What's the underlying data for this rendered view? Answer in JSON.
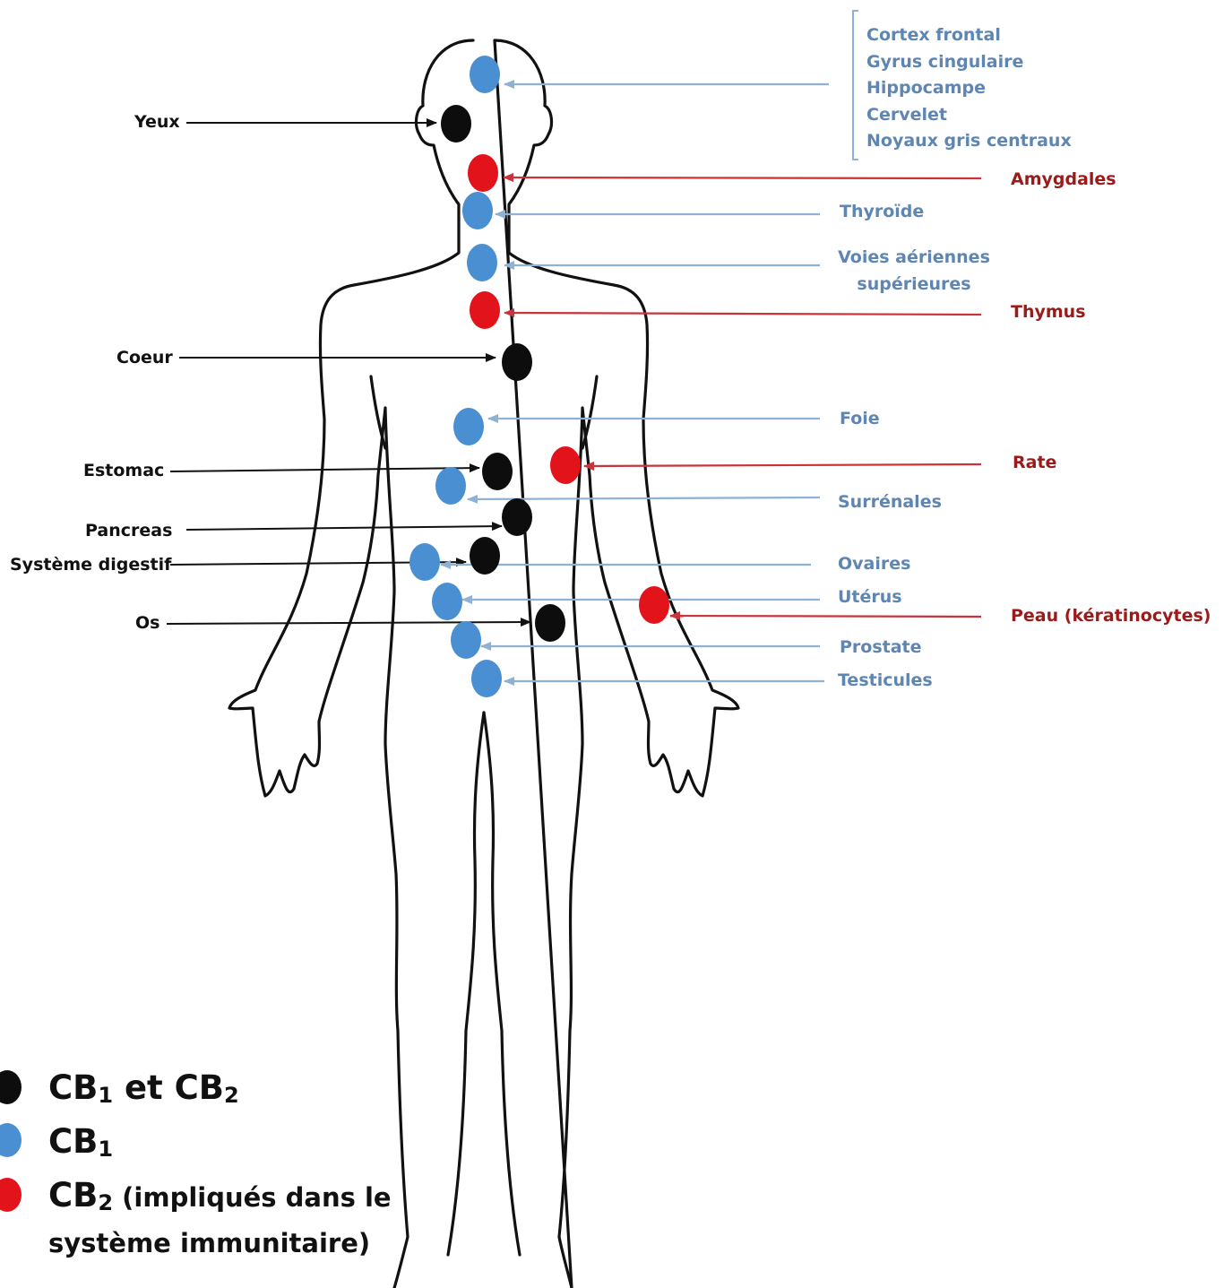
{
  "colors": {
    "both": "#0d0d0d",
    "cb1": "#4a8fd1",
    "cb2": "#e3131b",
    "blue_text": "#5f86b3",
    "red_text": "#9b1b1b",
    "blue_line": "#8fb1d3",
    "red_line": "#c9333a",
    "black_line": "#111111"
  },
  "left_labels": {
    "yeux": "Yeux",
    "coeur": "Coeur",
    "estomac": "Estomac",
    "pancreas": "Pancreas",
    "systeme_digestif": "Système digestif",
    "os": "Os"
  },
  "brain_regions": [
    "Cortex frontal",
    "Gyrus cingulaire",
    "Hippocampe",
    "Cervelet",
    "Noyaux gris centraux"
  ],
  "blue_labels": {
    "thyroide": "Thyroïde",
    "voies_line1": "Voies aériennes",
    "voies_line2": "supérieures",
    "foie": "Foie",
    "surrenales": "Surrénales",
    "ovaires": "Ovaires",
    "uterus": "Utérus",
    "prostate": "Prostate",
    "testicules": "Testicules"
  },
  "red_labels": {
    "amygdales": "Amygdales",
    "thymus": "Thymus",
    "rate": "Rate",
    "peau": "Peau (kératinocytes)"
  },
  "legend": {
    "both_cb": "CB",
    "both_sub1": "1",
    "both_et": " et CB",
    "both_sub2": "2",
    "cb1": "CB",
    "cb1_sub": "1",
    "cb2": "CB",
    "cb2_sub": "2",
    "cb2_desc_line1": " (impliqués dans le",
    "cb2_desc_line2": "système immunitaire)"
  }
}
